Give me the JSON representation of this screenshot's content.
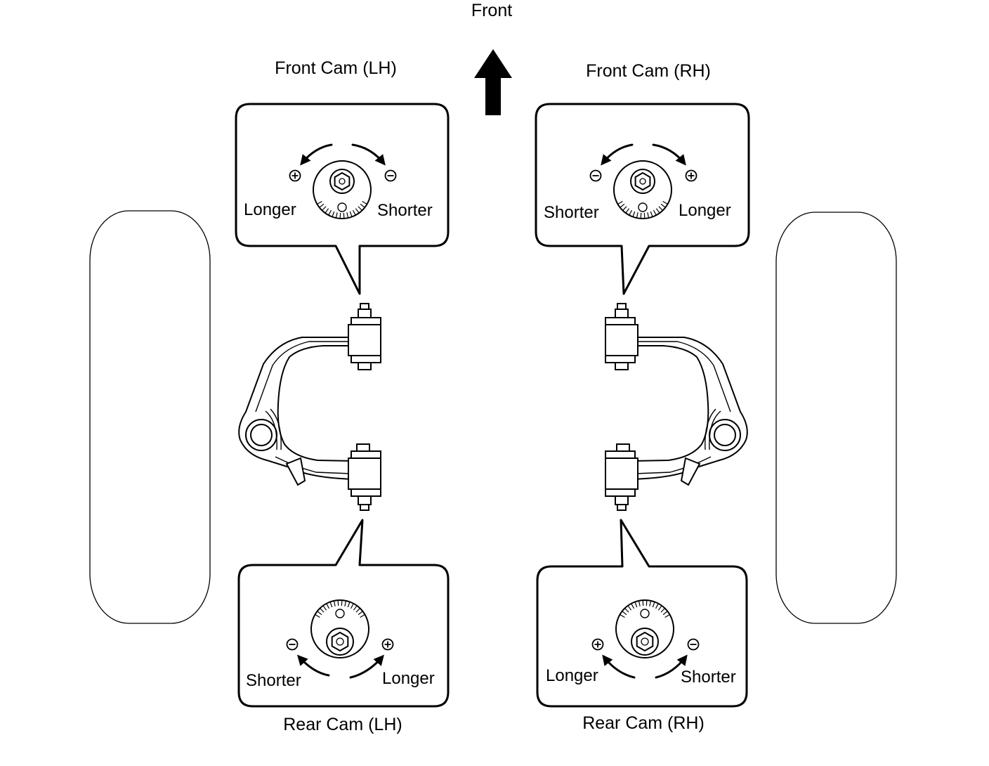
{
  "direction": {
    "label": "Front"
  },
  "cams": {
    "front_lh": {
      "title": "Front Cam (LH)",
      "left": {
        "sign": "plus",
        "label": "Longer"
      },
      "right": {
        "sign": "minus",
        "label": "Shorter"
      }
    },
    "front_rh": {
      "title": "Front Cam (RH)",
      "left": {
        "sign": "minus",
        "label": "Shorter"
      },
      "right": {
        "sign": "plus",
        "label": "Longer"
      }
    },
    "rear_lh": {
      "title": "Rear Cam (LH)",
      "left": {
        "sign": "minus",
        "label": "Shorter"
      },
      "right": {
        "sign": "plus",
        "label": "Longer"
      }
    },
    "rear_rh": {
      "title": "Rear Cam (RH)",
      "left": {
        "sign": "plus",
        "label": "Longer"
      },
      "right": {
        "sign": "minus",
        "label": "Shorter"
      }
    }
  },
  "colors": {
    "line": "#000000",
    "background": "#ffffff"
  },
  "icons": [
    "front-arrow-icon",
    "cam-bolt-icon",
    "rotation-arrow-icon",
    "plus-icon",
    "minus-icon",
    "tire-icon",
    "upper-control-arm-icon"
  ]
}
